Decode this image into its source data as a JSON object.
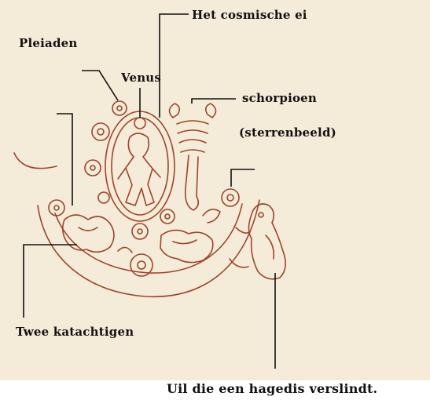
{
  "labels": {
    "cosmic_egg": "Het cosmische ei",
    "pleiades": "Pleiaden",
    "venus": "Venus",
    "scorpion": "schorpioen",
    "constellation": "(sterrenbeeld)",
    "two_cats": "Twee katachtigen",
    "owl": "Uil die een hagedis verslindt."
  },
  "colors": {
    "parchment": "#f4ecd8",
    "drawing_line": "#a0432c",
    "leader_line": "#111111",
    "text": "#111111"
  }
}
